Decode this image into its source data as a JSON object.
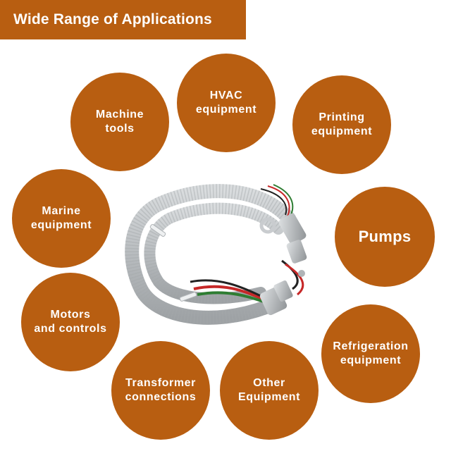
{
  "header": {
    "title": "Wide Range of Applications"
  },
  "colors": {
    "accent": "#B85E11",
    "text_on_accent": "#FFFFFF"
  },
  "applications": [
    {
      "lines": [
        "Machine",
        "tools"
      ]
    },
    {
      "lines": [
        "HVAC",
        "equipment"
      ]
    },
    {
      "lines": [
        "Printing",
        "equipment"
      ]
    },
    {
      "lines": [
        "Marine",
        "equipment"
      ]
    },
    {
      "lines": [
        "Pumps"
      ]
    },
    {
      "lines": [
        "Motors",
        "and controls"
      ]
    },
    {
      "lines": [
        "Refrigeration",
        "equipment"
      ]
    },
    {
      "lines": [
        "Transformer",
        "connections"
      ]
    },
    {
      "lines": [
        "Other",
        "Equipment"
      ]
    }
  ],
  "product": {
    "icon": "flexible-conduit-whip-icon"
  }
}
